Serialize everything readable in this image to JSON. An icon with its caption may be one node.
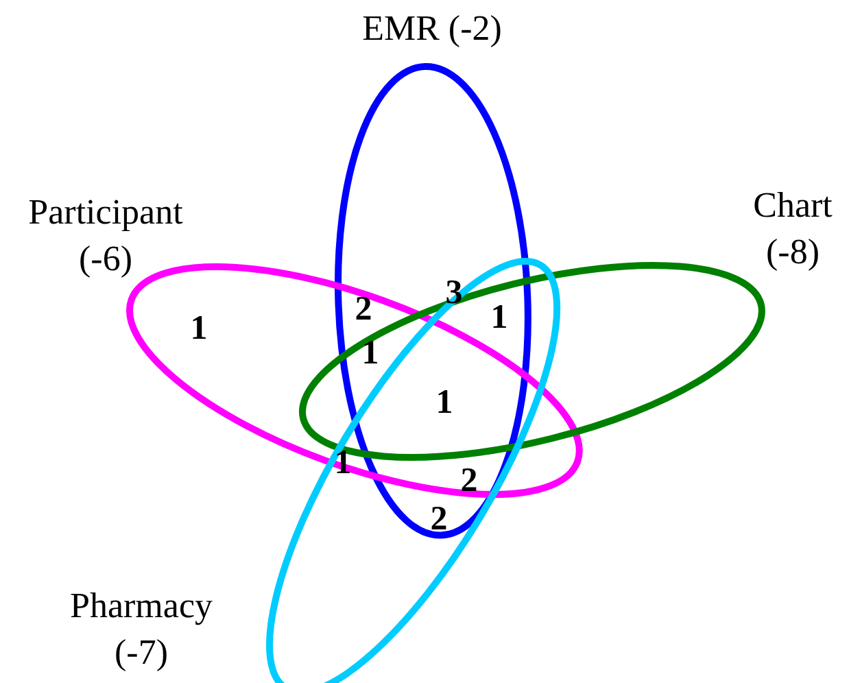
{
  "diagram": {
    "nodes": [
      {
        "text": [
          "EMR (-2)"
        ]
      },
      {
        "text": [
          "Participant (-6)"
        ]
      },
      {
        "text": [
          "Chart (-8)"
        ]
      },
      {
        "text": [
          "Pharmacy (-7)"
        ]
      }
    ],
    "labels": [
      "1",
      "2",
      "3",
      "1",
      "1",
      "1",
      "1",
      "2",
      "2"
    ]
  }
}
